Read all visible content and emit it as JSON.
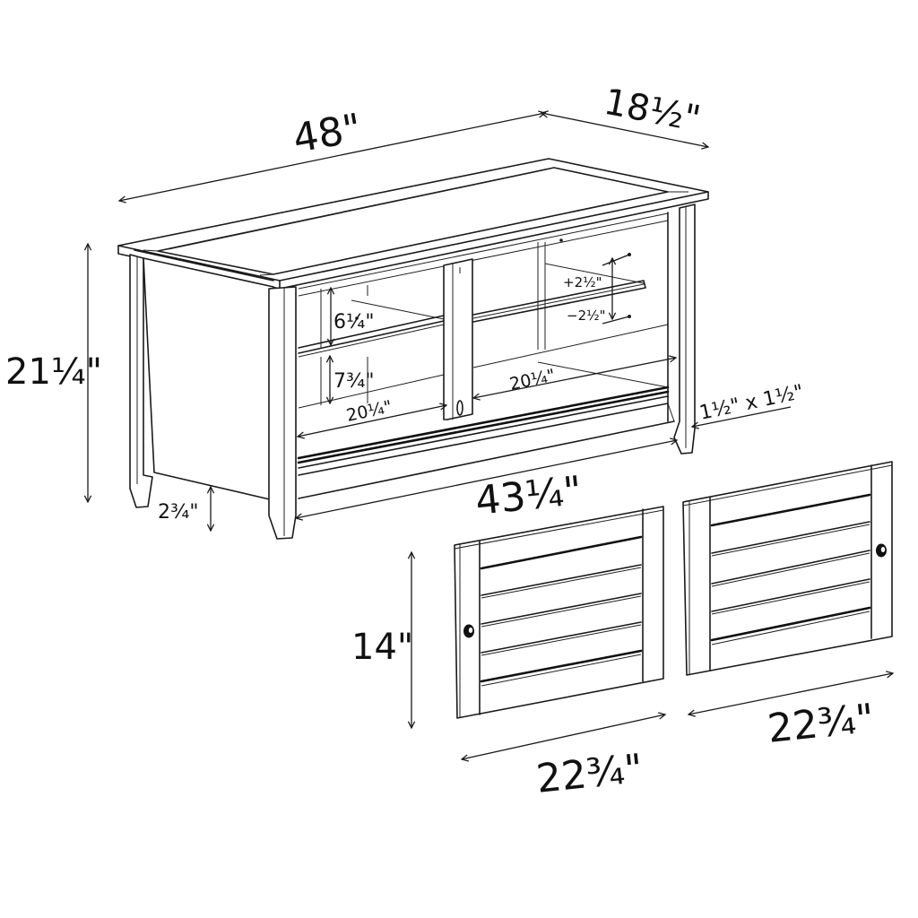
{
  "diagram": {
    "subject": "TV stand with two louvered doors",
    "line_color": "#1a1a1a",
    "background": "#ffffff",
    "dimensions": {
      "overall_width": "48\"",
      "overall_depth": "18½\"",
      "overall_height": "21¼\"",
      "upper_shelf_clearance": "6¼\"",
      "lower_shelf_clearance": "7¾\"",
      "shelf_adjust_up": "+2½\"",
      "shelf_adjust_down": "−2½\"",
      "left_opening_width": "20¼\"",
      "right_opening_width": "20¼\"",
      "leg_size": "1½\" x 1½\"",
      "interior_width": "43¼\"",
      "floor_clearance": "2¾\"",
      "door_height": "14\"",
      "left_door_width": "22¾\"",
      "right_door_width": "22¾\""
    },
    "parts": {
      "cabinet": "cabinet",
      "left_door": "left door",
      "right_door": "right door"
    }
  }
}
